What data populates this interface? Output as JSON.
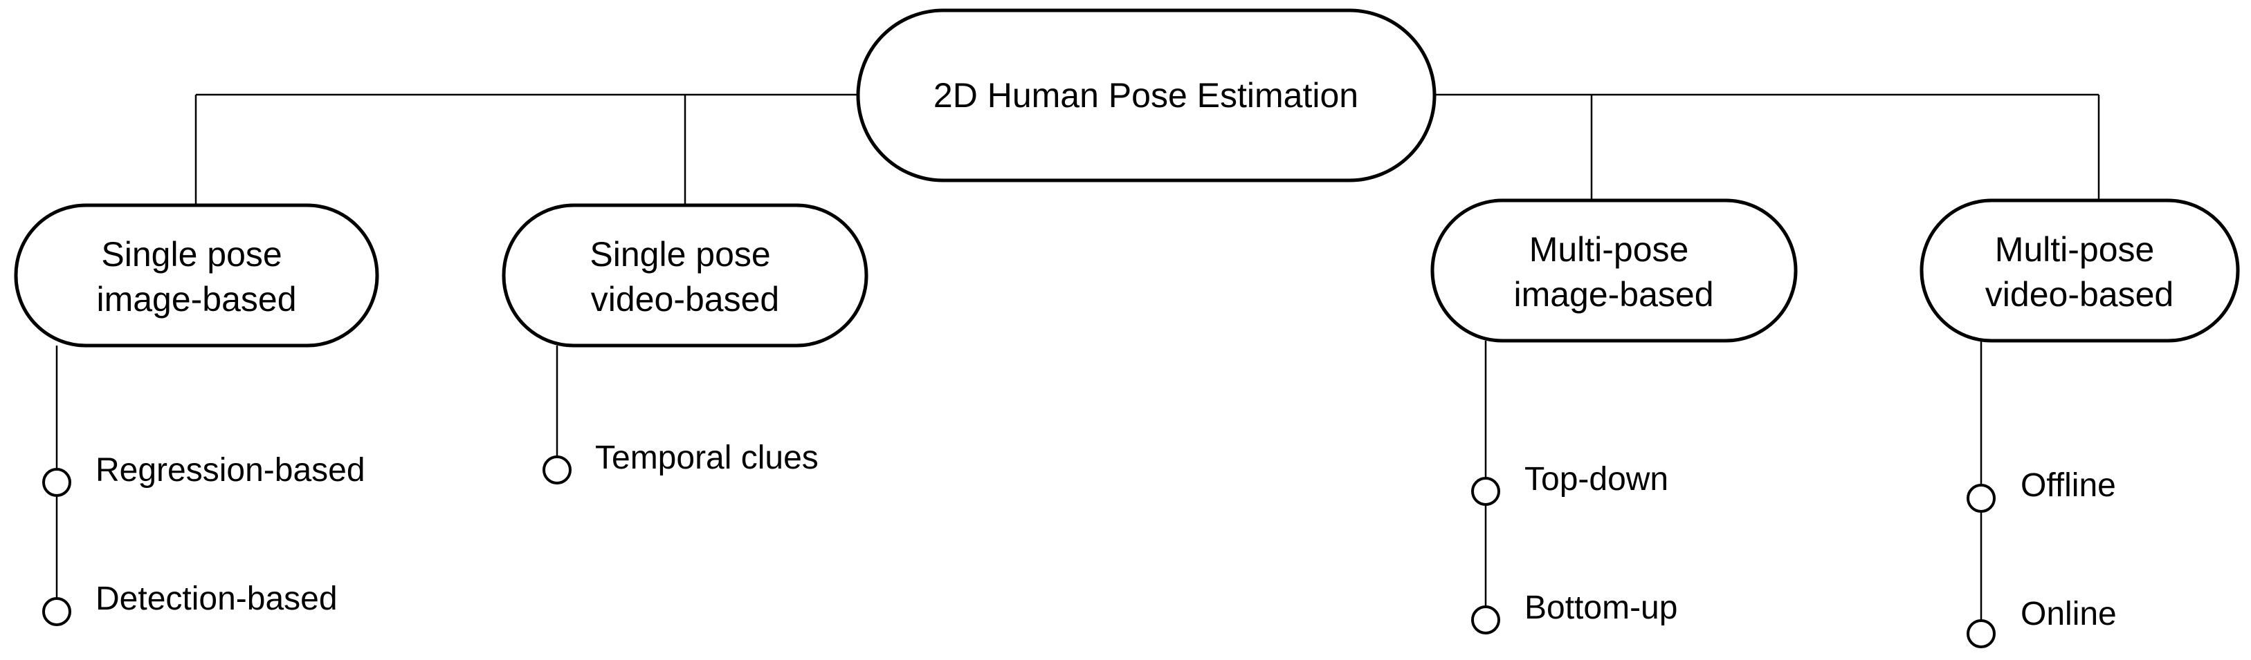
{
  "root": {
    "label": "2D Human Pose Estimation"
  },
  "categories": [
    {
      "id": "single-image",
      "lines": [
        "Single pose",
        "image-based"
      ],
      "leaves": [
        "Regression-based",
        "Detection-based"
      ]
    },
    {
      "id": "single-video",
      "lines": [
        "Single pose",
        "video-based"
      ],
      "leaves": [
        "Temporal clues"
      ]
    },
    {
      "id": "multi-image",
      "lines": [
        "Multi-pose",
        "image-based"
      ],
      "leaves": [
        "Top-down",
        "Bottom-up"
      ]
    },
    {
      "id": "multi-video",
      "lines": [
        "Multi-pose",
        "video-based"
      ],
      "leaves": [
        "Offline",
        "Online"
      ]
    }
  ],
  "colors": {
    "stroke": "#000000",
    "fill": "#ffffff",
    "text": "#000000"
  }
}
